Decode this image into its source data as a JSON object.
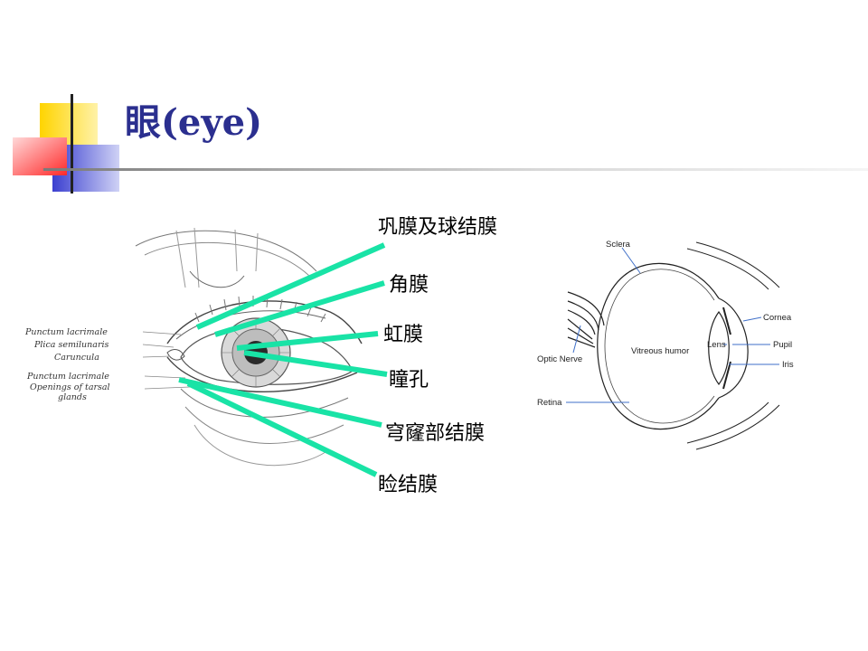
{
  "slide": {
    "title": "眼(eye)"
  },
  "left_figure": {
    "engraving_labels": [
      "Punctum lacrimale",
      "Plica semilunaris",
      "Caruncula",
      "Punctum lacrimale",
      "Openings of tarsal",
      "glands"
    ],
    "callouts": [
      "巩膜及球结膜",
      "角膜",
      "虹膜",
      "瞳孔",
      "穹窿部结膜",
      "睑结膜"
    ],
    "callout_line_color": "#19e3a6"
  },
  "right_figure": {
    "labels": {
      "sclera": "Sclera",
      "optic_nerve": "Optic Nerve",
      "vitreous": "Vitreous humor",
      "lens": "Lens",
      "cornea": "Cornea",
      "pupil": "Pupil",
      "iris": "Iris",
      "retina": "Retina"
    },
    "leader_color": "#3f6fc8"
  },
  "colors": {
    "title": "#2b2f8f",
    "deco_yellow": "#ffd400",
    "deco_blue": "#3b3fd0",
    "deco_red": "#ff3b3b"
  }
}
